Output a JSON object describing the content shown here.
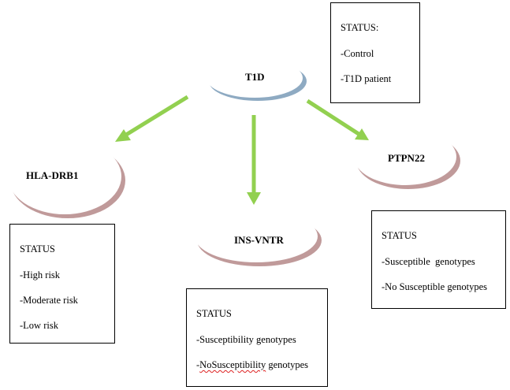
{
  "nodes": {
    "root": "T1D",
    "hla": "HLA-DRB1",
    "ins": "INS-VNTR",
    "ptpn": "PTPN22"
  },
  "boxes": {
    "t1d_status": {
      "title": "STATUS:",
      "items": [
        "-Control",
        "-T1D patient"
      ]
    },
    "hla_status": {
      "title": "STATUS",
      "items": [
        "-High risk",
        "-Moderate risk",
        "-Low risk"
      ]
    },
    "ins_status": {
      "title": "STATUS",
      "items": [
        "-Susceptibility genotypes",
        "-NoSusceptibility genotypes"
      ]
    },
    "ptpn_status": {
      "title": "STATUS",
      "items": [
        "-Susceptible  genotypes",
        "-No Susceptible genotypes"
      ]
    }
  },
  "colors": {
    "arrow": "#92d050",
    "root_shadow": "#8eaac2",
    "node_shadow": "#c09a9a"
  }
}
